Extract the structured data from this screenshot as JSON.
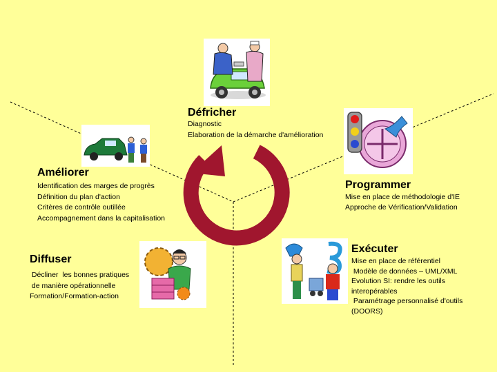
{
  "stages": {
    "defricher": {
      "title": "Défricher",
      "items": [
        "Diagnostic",
        "Elaboration de la démarche d'amélioration"
      ]
    },
    "ameliorer": {
      "title": "Améliorer",
      "items": [
        "Identification des marges de progrès",
        "Définition du plan d'action",
        "Critères de contrôle outillée",
        "Accompagnement dans la capitalisation"
      ]
    },
    "programmer": {
      "title": "Programmer",
      "items": [
        "Mise en place de méthodologie d'IE",
        "Approche de Vérification/Validation"
      ]
    },
    "diffuser": {
      "title": "Diffuser",
      "items": [
        " Décliner  les bonnes pratiques",
        " de manière opérationnelle",
        "Formation/Formation-action"
      ]
    },
    "executer": {
      "title": "Exécuter",
      "items": [
        "Mise en place de référentiel",
        " Modèle de données – UML/XML",
        "Evolution SI: rendre les outils",
        "interopérables",
        " Paramétrage personnalisé d'outils",
        "(DOORS)"
      ]
    }
  },
  "colors": {
    "background": "#ffff99",
    "cycle_arrow": "#a0162e"
  },
  "icons": [
    "mechanics-car-icon",
    "car-people-icon",
    "traffic-light-gear-icon",
    "person-gear-icon",
    "tech-figures-icon"
  ]
}
